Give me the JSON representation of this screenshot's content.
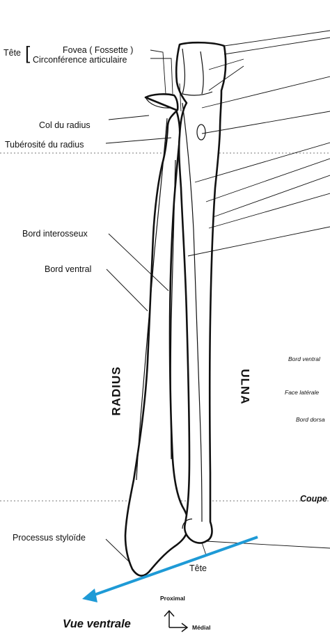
{
  "colors": {
    "outline": "#111111",
    "arrow": "#1e9ad6",
    "guide": "#777777"
  },
  "labels": {
    "tete": "Tête",
    "fovea": "Fovea ( Fossette )",
    "circonference": "Circonférence articulaire",
    "col_radius": "Col du radius",
    "tuberosite": "Tubérosité du radius",
    "bord_interosseux": "Bord interosseux",
    "bord_ventral": "Bord ventral",
    "processus_styloide": "Processus styloïde",
    "tete_ulna": "Tête"
  },
  "bones": {
    "radius": "RADIUS",
    "ulna": "ULNA"
  },
  "right_labels": {
    "bord_ventral": "Bord ventral",
    "face_laterale": "Face latérale",
    "bord_dorsal": "Bord dorsa",
    "coupe": "Coupe"
  },
  "view": {
    "title": "Vue ventrale",
    "proximal": "Proximal",
    "medial": "Médial",
    "arrow_icon": "direction-arrow-icon"
  }
}
